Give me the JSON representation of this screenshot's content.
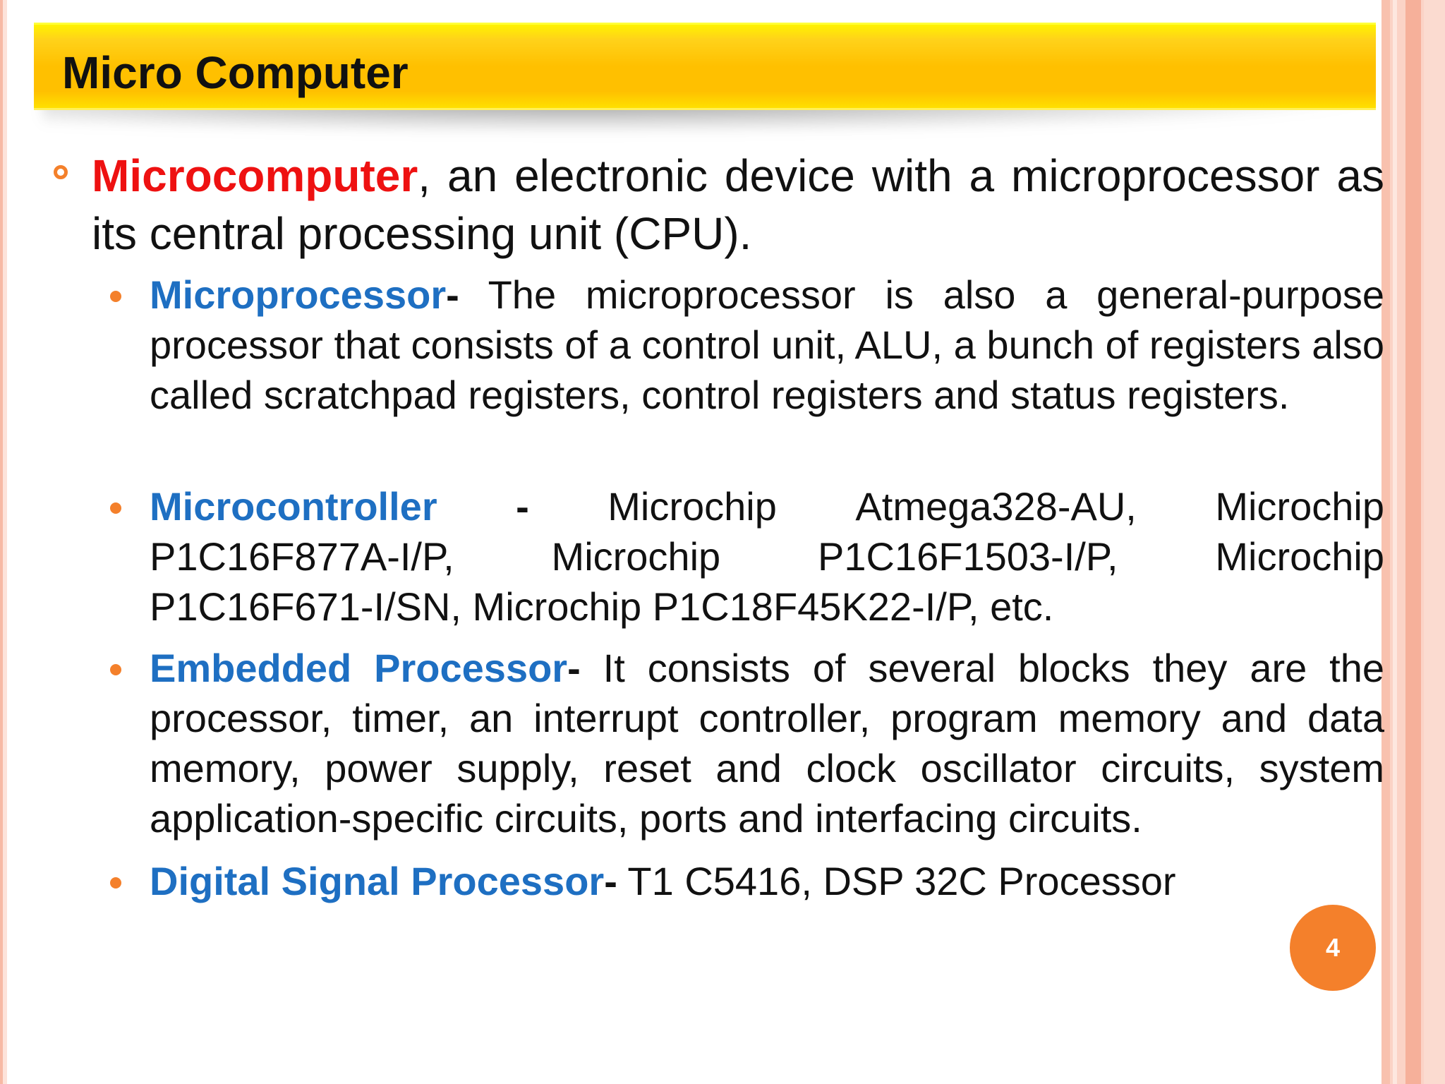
{
  "slide": {
    "title": "Micro Computer",
    "page_number": "4"
  },
  "main_point": {
    "term": "Microcomputer",
    "text": ", an electronic device with a microprocessor as its central processing unit (CPU)."
  },
  "sub_points": [
    {
      "term": "Microprocessor",
      "separator": "-",
      "text": " The microprocessor is also a general-purpose processor that consists of a control unit, ALU, a bunch of registers also called scratchpad registers, control registers and status registers."
    },
    {
      "term": "Microcontroller",
      "separator": "-",
      "row1": [
        "Microchip",
        "Atmega328-AU,",
        "Microchip"
      ],
      "row2": [
        "P1C16F877A-I/P,",
        "Microchip",
        "P1C16F1503-I/P,",
        "Microchip"
      ],
      "row3": "P1C16F671-I/SN, Microchip P1C18F45K22-I/P, etc."
    },
    {
      "term": "Embedded Processor",
      "separator": "-",
      "text": "  It consists of several blocks they are the processor, timer, an interrupt controller, program memory and data memory, power supply, reset and clock oscillator circuits, system application-specific circuits, ports and interfacing circuits."
    },
    {
      "term": "Digital Signal Processor",
      "separator": "-",
      "text": " T1 C5416, DSP 32C Processor"
    }
  ],
  "colors": {
    "title_bar": "#ffc000",
    "term_red": "#ee1111",
    "term_blue": "#1e6fc2",
    "bullet_orange": "#f4802b",
    "text": "#111111"
  }
}
